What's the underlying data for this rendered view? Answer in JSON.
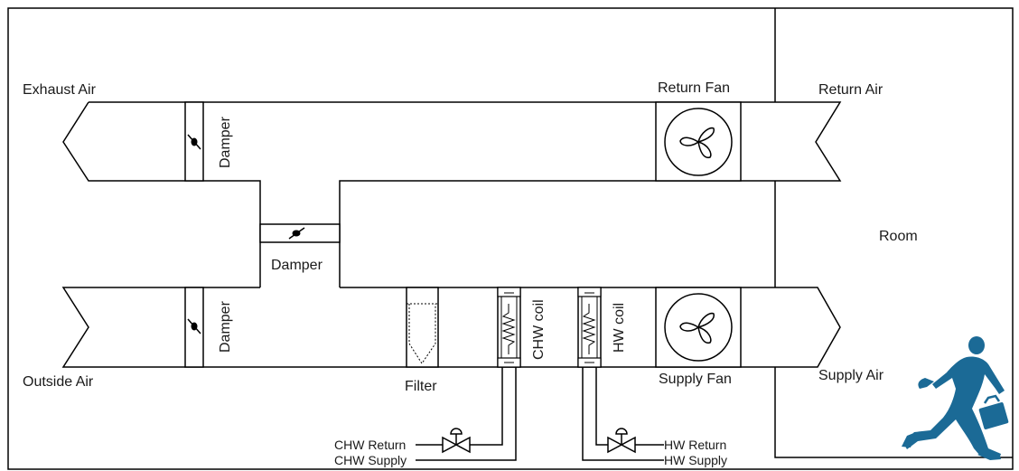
{
  "labels": {
    "exhaust_air": "Exhaust Air",
    "outside_air": "Outside Air",
    "return_air": "Return Air",
    "supply_air": "Supply Air",
    "return_fan": "Return Fan",
    "supply_fan": "Supply Fan",
    "room": "Room",
    "damper_exhaust": "Damper",
    "damper_mixing": "Damper",
    "damper_outside": "Damper",
    "filter": "Filter",
    "chw_coil": "CHW coil",
    "hw_coil": "HW coil",
    "chw_return": "CHW Return",
    "chw_supply": "CHW Supply",
    "hw_return": "HW Return",
    "hw_supply": "HW Supply"
  },
  "colors": {
    "person": "#1b6a96",
    "line": "#000000"
  },
  "icons": {
    "person": "running-businessman-icon",
    "fan": "fan-icon",
    "valve": "valve-icon",
    "coil": "coil-icon"
  }
}
